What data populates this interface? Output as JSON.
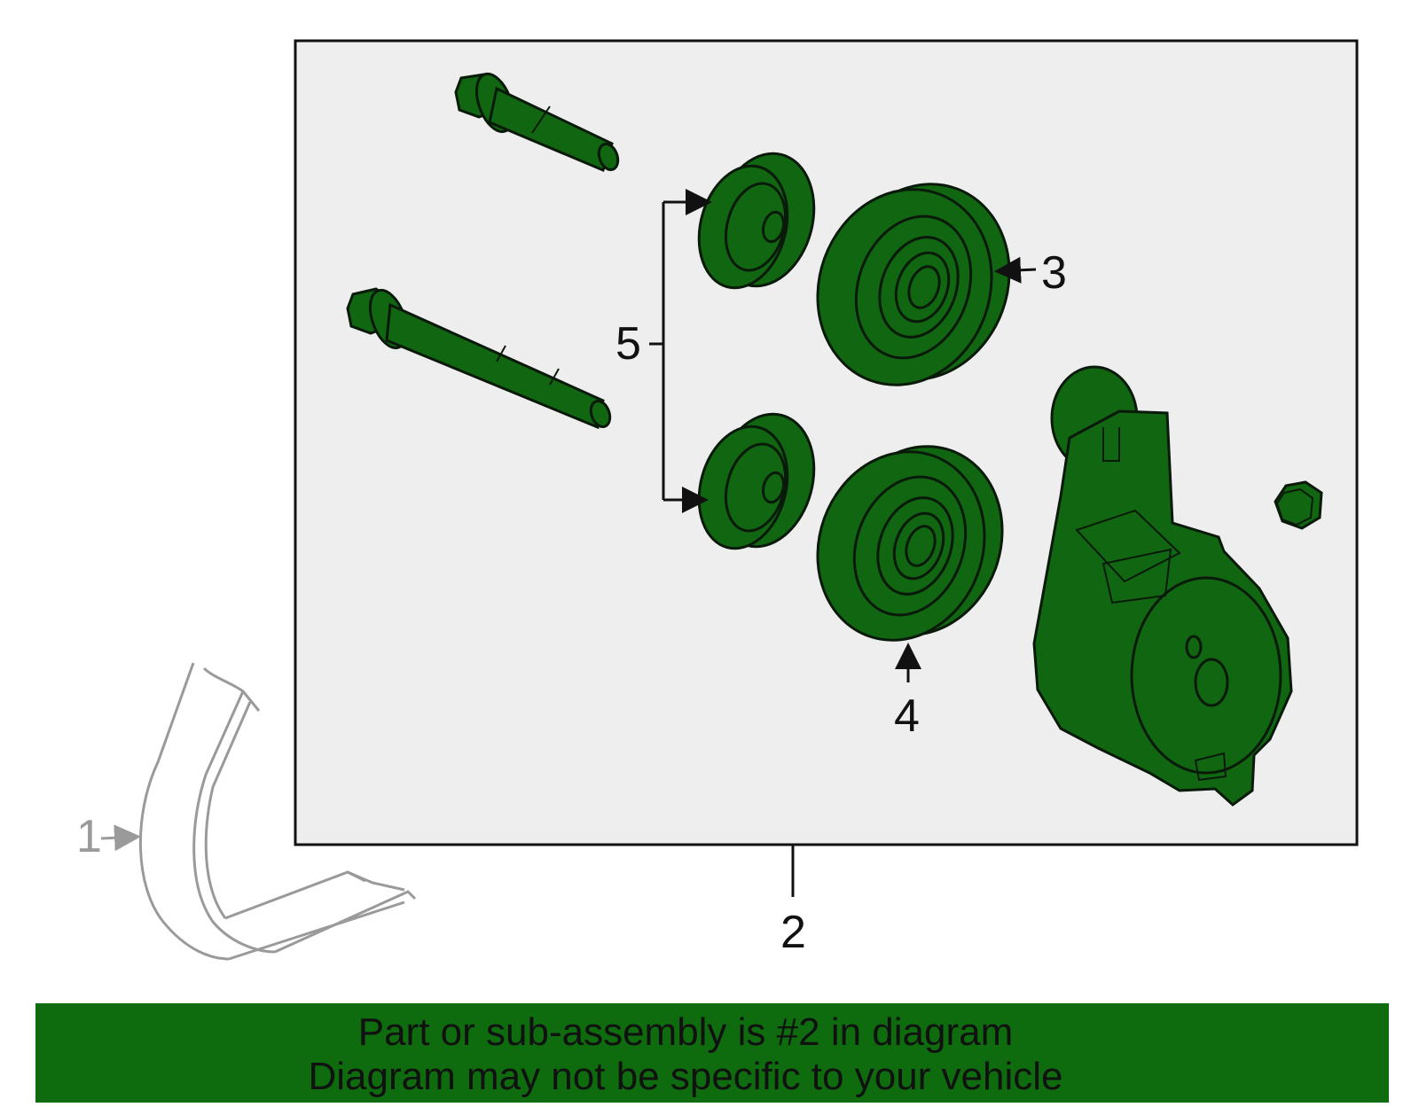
{
  "colors": {
    "part_fill": "#116611",
    "part_stroke": "#0a1a0a",
    "panel_fill": "#eeeeee",
    "panel_border": "#111111",
    "belt_stroke": "#9a9a9a",
    "banner_fill": "#0e6b0e",
    "banner_text": "#111111"
  },
  "callouts": {
    "belt": "1",
    "assembly": "2",
    "upper_idler_pulley": "3",
    "lower_idler_pulley": "4",
    "dust_shields": "5"
  },
  "banner": {
    "line1": "Part or sub-assembly is #2 in diagram",
    "line2": "Diagram may not be specific to your vehicle"
  },
  "icons": {
    "bolt_short": "bolt-icon",
    "bolt_long": "bolt-icon",
    "nut": "hex-nut-icon",
    "tensioner": "belt-tensioner-icon",
    "pulley": "pulley-icon",
    "shield": "dust-shield-icon",
    "belt": "serpentine-belt-icon"
  }
}
